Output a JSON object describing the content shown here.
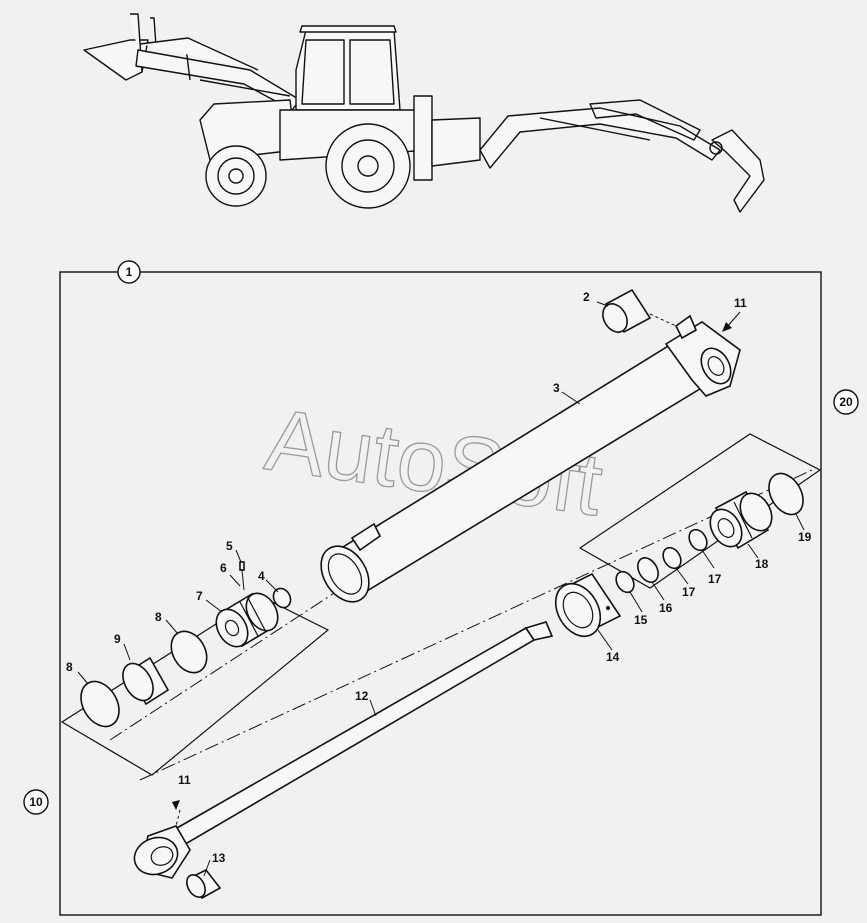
{
  "watermark": "AutoSoft",
  "assembly_callouts": [
    {
      "id": "c1",
      "label": "1"
    },
    {
      "id": "c10",
      "label": "10"
    },
    {
      "id": "c20",
      "label": "20"
    }
  ],
  "part_callouts": [
    {
      "id": "p2",
      "label": "2"
    },
    {
      "id": "p3",
      "label": "3"
    },
    {
      "id": "p4",
      "label": "4"
    },
    {
      "id": "p5",
      "label": "5"
    },
    {
      "id": "p6",
      "label": "6"
    },
    {
      "id": "p7",
      "label": "7"
    },
    {
      "id": "p8a",
      "label": "8"
    },
    {
      "id": "p8b",
      "label": "8"
    },
    {
      "id": "p9",
      "label": "9"
    },
    {
      "id": "p11a",
      "label": "11"
    },
    {
      "id": "p11b",
      "label": "11"
    },
    {
      "id": "p12",
      "label": "12"
    },
    {
      "id": "p13",
      "label": "13"
    },
    {
      "id": "p14",
      "label": "14"
    },
    {
      "id": "p15",
      "label": "15"
    },
    {
      "id": "p16",
      "label": "16"
    },
    {
      "id": "p17a",
      "label": "17"
    },
    {
      "id": "p17b",
      "label": "17"
    },
    {
      "id": "p18",
      "label": "18"
    },
    {
      "id": "p19",
      "label": "19"
    }
  ]
}
